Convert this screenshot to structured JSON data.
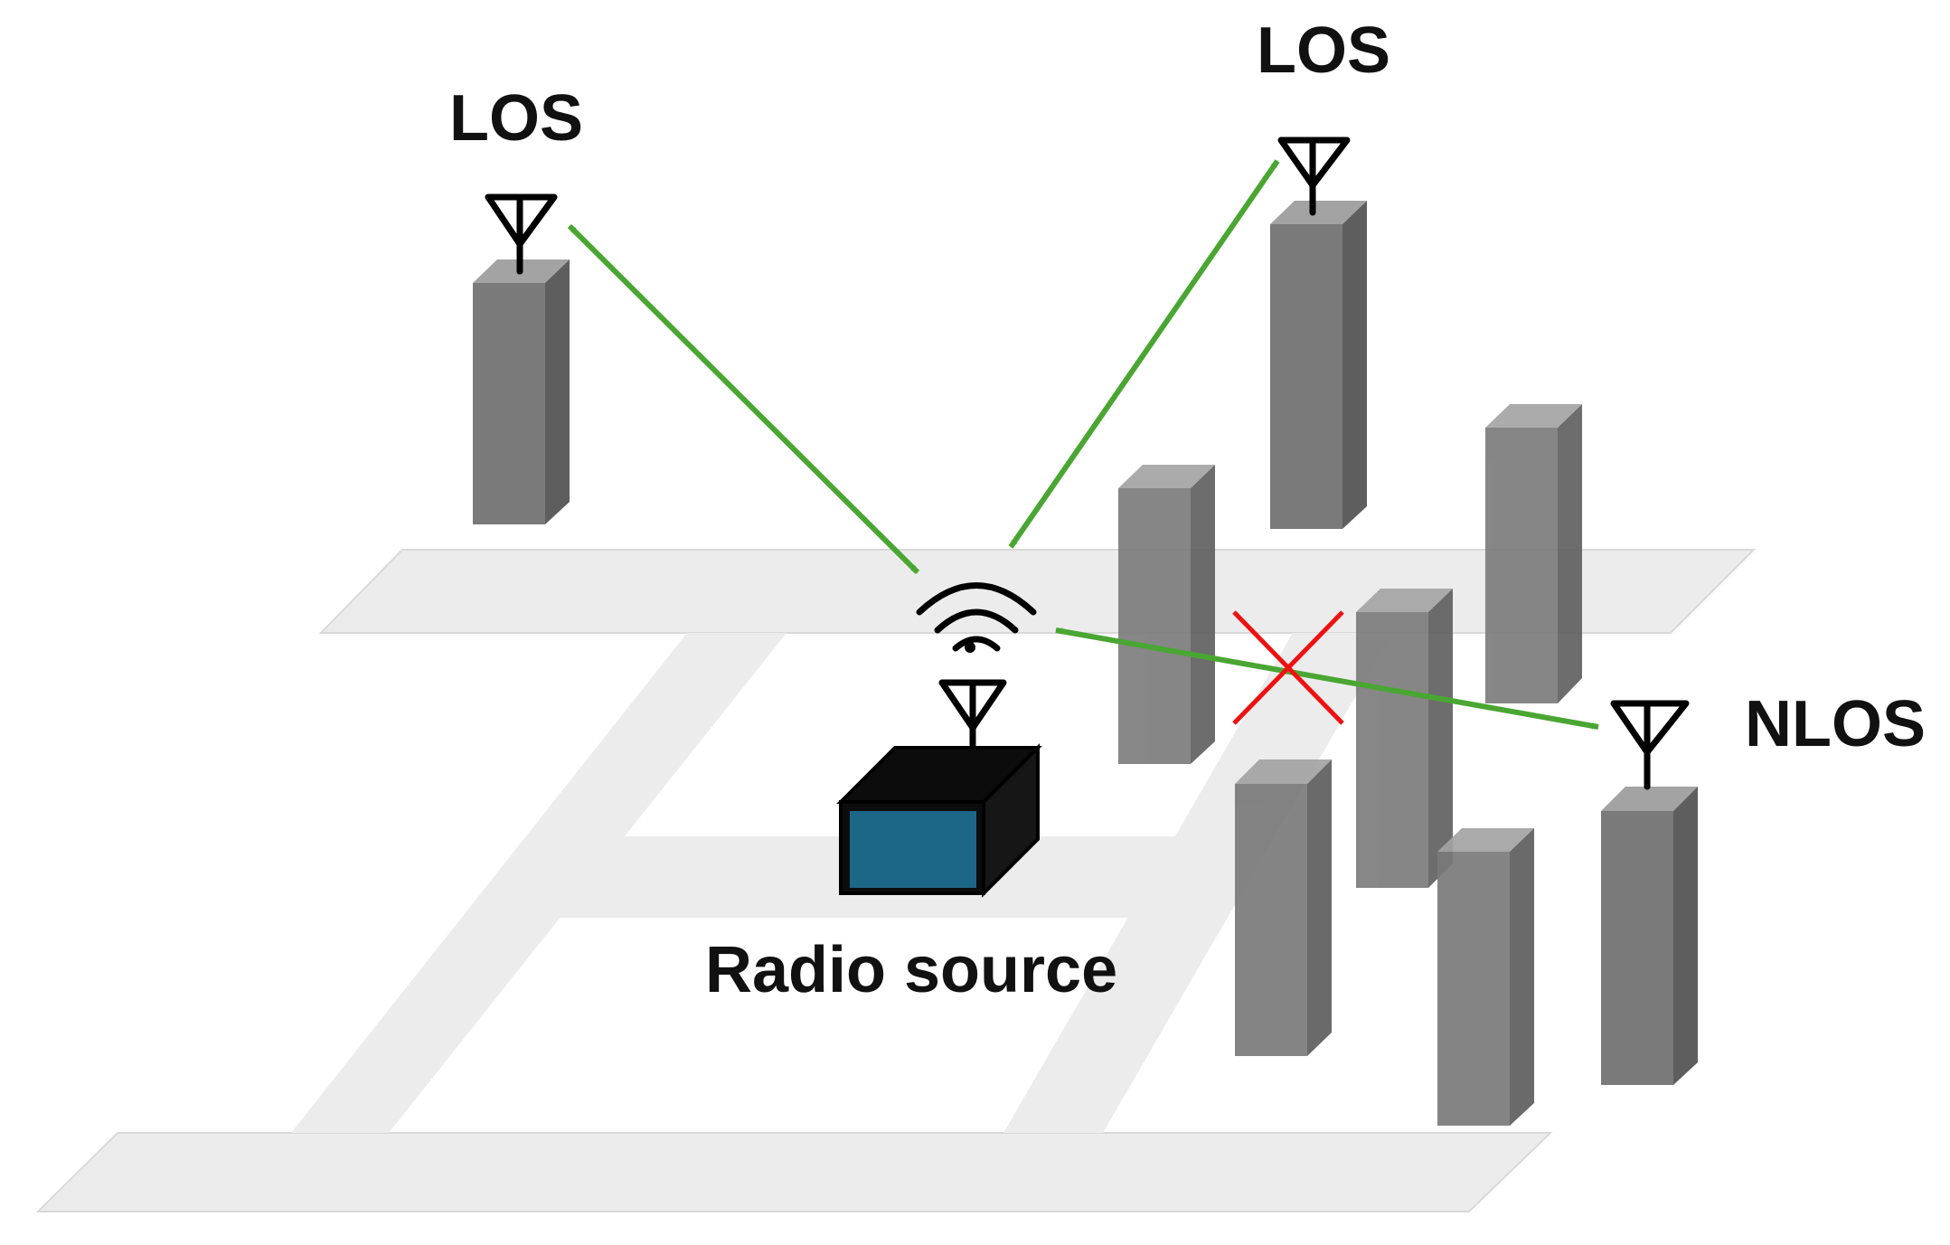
{
  "labels": {
    "los_left": "LOS",
    "los_right": "LOS",
    "nlos": "NLOS",
    "radio_source": "Radio source"
  },
  "colors": {
    "road": "#ececec",
    "building_front": "#7a7a7a",
    "building_top": "#a3a3a3",
    "building_side": "#5e5e5e",
    "signal_line": "#4aa632",
    "blocked_mark": "#ee1111",
    "device_screen": "#1c6688",
    "device_body": "#0c0c0c"
  },
  "icons": {
    "antenna": "antenna-icon",
    "wifi": "wifi-icon",
    "blocked": "blocked-x-icon"
  }
}
